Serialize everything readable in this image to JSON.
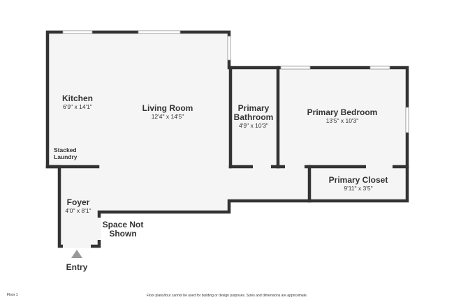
{
  "rooms": {
    "kitchen": {
      "name": "Kitchen",
      "dims": "6'9\" x 14'1\""
    },
    "living": {
      "name": "Living Room",
      "dims": "12'4\" x 14'5\""
    },
    "bath": {
      "name_line1": "Primary",
      "name_line2": "Bathroom",
      "dims": "4'9\" x 10'3\""
    },
    "bedroom": {
      "name": "Primary Bedroom",
      "dims": "13'5\" x 10'3\""
    },
    "closet": {
      "name": "Primary Closet",
      "dims": "9'11\" x 3'5\""
    },
    "laundry": {
      "name_line1": "Stacked",
      "name_line2": "Laundry"
    },
    "foyer": {
      "name": "Foyer",
      "dims": "4'0\" x 8'1\""
    }
  },
  "notes": {
    "space_not_shown_line1": "Space Not",
    "space_not_shown_line2": "Shown",
    "entry": "Entry",
    "floor": "Floor 1",
    "disclaimer": "Floor plans/tour cannot be used for building or design purposes. Sizes and dimensions are approximate."
  },
  "colors": {
    "wall": "#333333",
    "floor": "#f5f5f5",
    "entry_marker": "#999999"
  }
}
